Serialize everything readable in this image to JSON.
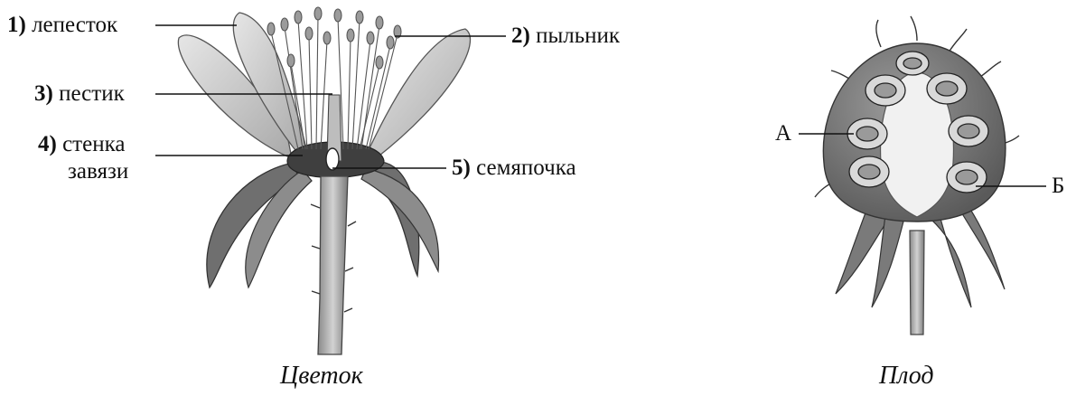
{
  "flower": {
    "caption": "Цветок",
    "labels": [
      {
        "num": "1)",
        "text": "лепесток"
      },
      {
        "num": "2)",
        "text": "пыльник"
      },
      {
        "num": "3)",
        "text": "пестик"
      },
      {
        "num": "4)",
        "text": "стенка"
      },
      {
        "num": "",
        "text": "завязи"
      },
      {
        "num": "5)",
        "text": "семяпочка"
      }
    ]
  },
  "fruit": {
    "caption": "Плод",
    "labels": [
      {
        "text": "А"
      },
      {
        "text": "Б"
      }
    ]
  }
}
